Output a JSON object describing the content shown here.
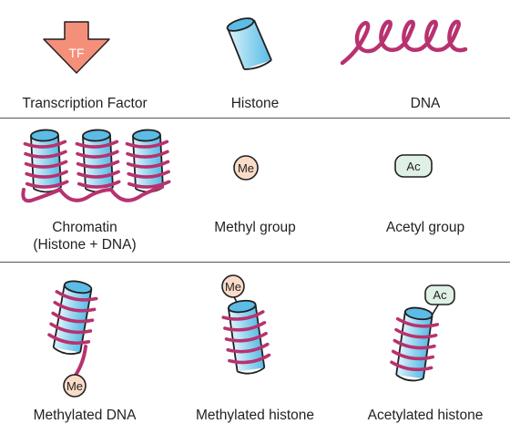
{
  "legend": {
    "row1": {
      "transcription_factor": {
        "label": "Transcription Factor",
        "symbol_text": "TF"
      },
      "histone": {
        "label": "Histone"
      },
      "dna": {
        "label": "DNA"
      }
    },
    "row2": {
      "chromatin": {
        "label_line1": "Chromatin",
        "label_line2": "(Histone + DNA)"
      },
      "methyl_group": {
        "label": "Methyl group",
        "symbol_text": "Me"
      },
      "acetyl_group": {
        "label": "Acetyl group",
        "symbol_text": "Ac"
      }
    },
    "row3": {
      "methylated_dna": {
        "label": "Methylated DNA",
        "badge": "Me"
      },
      "methylated_histone": {
        "label": "Methylated histone",
        "badge": "Me"
      },
      "acetylated_histone": {
        "label": "Acetylated histone",
        "badge": "Ac"
      }
    }
  },
  "colors": {
    "tf_fill": "#f4907a",
    "histone_light": "#dff3fb",
    "histone_dark": "#5bbce6",
    "dna": "#b8326f",
    "methyl_fill": "#f9dcc8",
    "acetyl_fill": "#dff0e4",
    "outline": "#231f20",
    "divider": "#555555"
  }
}
